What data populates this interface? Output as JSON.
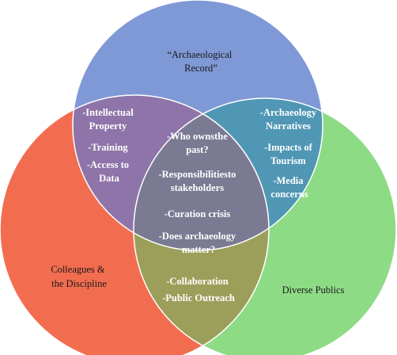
{
  "colors": {
    "top_circle": "#7f98d6",
    "left_circle": "#f26d50",
    "right_circle": "#8edb86",
    "top_left_overlap": "#8e74a8",
    "top_right_overlap": "#4f97b4",
    "left_right_overlap": "#9c9f5a",
    "center_overlap": "#7a7a93",
    "dark_text": "#1a1a1a",
    "light_text": "#ffffff"
  },
  "sets": {
    "top": {
      "label": [
        "“Archaeological",
        "Record”"
      ]
    },
    "left": {
      "label": [
        "Colleagues &",
        "the Discipline"
      ]
    },
    "right": {
      "label": [
        "Diverse Publics"
      ]
    }
  },
  "regions": {
    "top_left": [
      "-Intellectual",
      "Property",
      "-Training",
      "-Access to",
      "Data"
    ],
    "top_right": [
      "-Archaeology",
      "Narratives",
      "-Impacts of",
      "Tourism",
      "-Media",
      "concerns"
    ],
    "center": [
      "-Who ownsthe",
      "past?",
      "-Responsibilitiesto",
      "stakeholders",
      "-Curation crisis",
      "-Does archaeology",
      "matter?"
    ],
    "left_right": [
      "-Collaboration",
      "-Public Outreach"
    ]
  }
}
